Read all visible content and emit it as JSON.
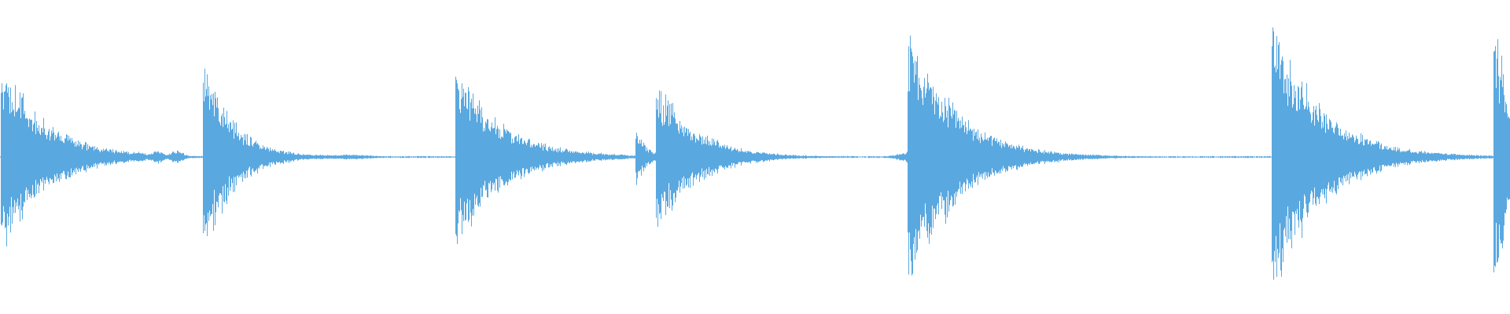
{
  "waveform": {
    "color": "#5aa8e0",
    "background": "#ffffff",
    "duration_fraction_visible": 1.0,
    "hits": [
      {
        "t": 0.0005,
        "amp": 0.62,
        "decay": 0.018,
        "shape": "sharp"
      },
      {
        "t": 0.134,
        "amp": 0.64,
        "decay": 0.012,
        "shape": "sharp"
      },
      {
        "t": 0.3015,
        "amp": 0.58,
        "decay": 0.03,
        "shape": "wide"
      },
      {
        "t": 0.4205,
        "amp": 0.22,
        "decay": 0.004,
        "shape": "sharp"
      },
      {
        "t": 0.434,
        "amp": 0.48,
        "decay": 0.016,
        "shape": "sharp"
      },
      {
        "t": 0.46,
        "amp": 0.08,
        "decay": 0.01,
        "shape": "wide"
      },
      {
        "t": 0.601,
        "amp": 0.86,
        "decay": 0.03,
        "shape": "wide"
      },
      {
        "t": 0.842,
        "amp": 0.86,
        "decay": 0.02,
        "shape": "sharp"
      },
      {
        "t": 0.88,
        "amp": 0.07,
        "decay": 0.01,
        "shape": "wide"
      },
      {
        "t": 0.989,
        "amp": 0.86,
        "decay": 0.008,
        "shape": "sharp"
      }
    ],
    "ripples": [
      {
        "t": 0.075,
        "amp": 0.025,
        "width": 0.008
      },
      {
        "t": 0.091,
        "amp": 0.035,
        "width": 0.006
      },
      {
        "t": 0.104,
        "amp": 0.04,
        "width": 0.006
      },
      {
        "t": 0.117,
        "amp": 0.04,
        "width": 0.006
      },
      {
        "t": 0.15,
        "amp": 0.06,
        "width": 0.006
      },
      {
        "t": 0.165,
        "amp": 0.035,
        "width": 0.006
      },
      {
        "t": 0.205,
        "amp": 0.015,
        "width": 0.03
      },
      {
        "t": 0.232,
        "amp": 0.015,
        "width": 0.02
      },
      {
        "t": 0.328,
        "amp": 0.08,
        "width": 0.01
      },
      {
        "t": 0.62,
        "amp": 0.09,
        "width": 0.02
      }
    ],
    "noise_floor": 0.006
  }
}
